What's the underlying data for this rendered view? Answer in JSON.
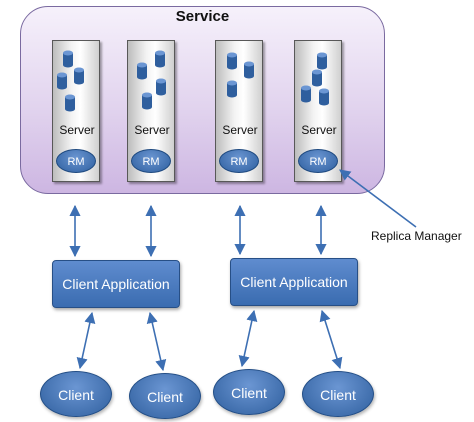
{
  "service": {
    "title": "Service"
  },
  "servers": [
    {
      "label": "Server",
      "rm_label": "RM"
    },
    {
      "label": "Server",
      "rm_label": "RM"
    },
    {
      "label": "Server",
      "rm_label": "RM"
    },
    {
      "label": "Server",
      "rm_label": "RM"
    }
  ],
  "client_applications": [
    {
      "label": "Client Application"
    },
    {
      "label": "Client Application"
    }
  ],
  "clients": [
    {
      "label": "Client"
    },
    {
      "label": "Client"
    },
    {
      "label": "Client"
    },
    {
      "label": "Client"
    }
  ],
  "callout": {
    "label": "Replica Manager"
  },
  "colors": {
    "node_blue": "#3a6cb0",
    "service_purple": "#d9c8ea",
    "arrow": "#3d6fb3"
  }
}
